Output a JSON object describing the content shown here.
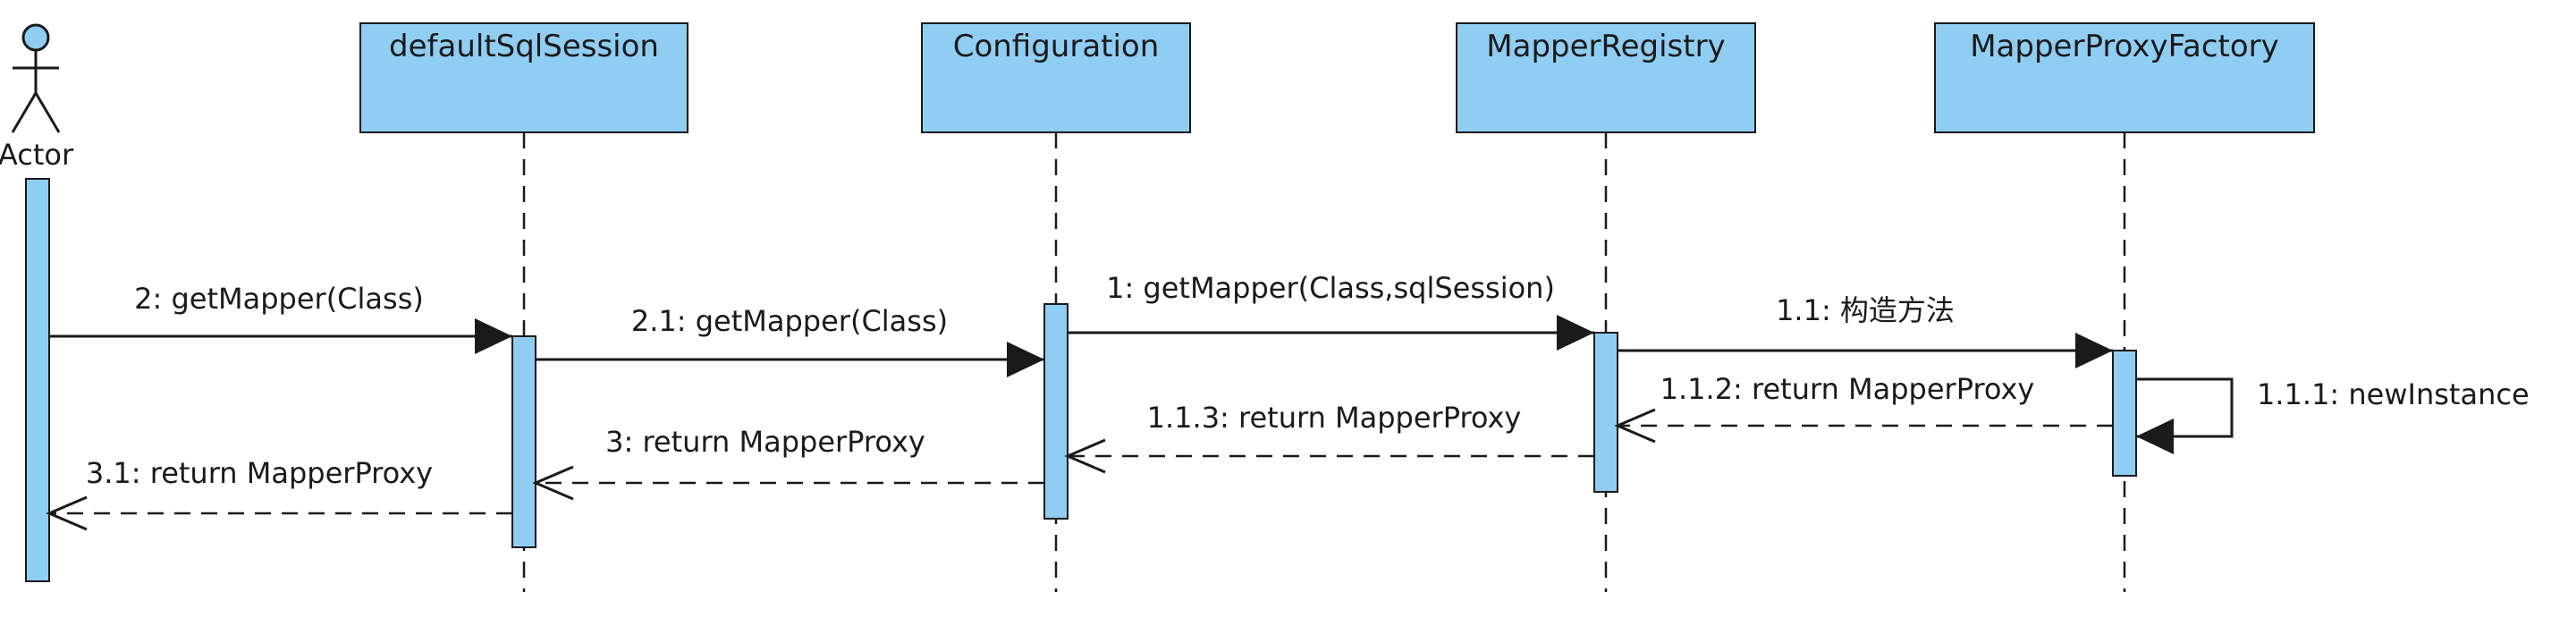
{
  "colors": {
    "box_fill": "#90CDF2",
    "box_stroke": "#1a1a1a",
    "line": "#1a1a1a",
    "background": "#ffffff"
  },
  "actor": {
    "label": "Actor",
    "icon": "stick-figure-icon"
  },
  "participants": [
    {
      "id": "defaultSqlSession",
      "label": "defaultSqlSession"
    },
    {
      "id": "configuration",
      "label": "Configuration"
    },
    {
      "id": "mapperRegistry",
      "label": "MapperRegistry"
    },
    {
      "id": "mapperProxyFactory",
      "label": "MapperProxyFactory"
    }
  ],
  "messages": [
    {
      "id": "m2",
      "label": "2: getMapper(Class)",
      "from": "actor",
      "to": "defaultSqlSession",
      "kind": "call"
    },
    {
      "id": "m2_1",
      "label": "2.1: getMapper(Class)",
      "from": "defaultSqlSession",
      "to": "configuration",
      "kind": "call"
    },
    {
      "id": "m1",
      "label": "1: getMapper(Class,sqlSession)",
      "from": "configuration",
      "to": "mapperRegistry",
      "kind": "call"
    },
    {
      "id": "m1_1",
      "label": "1.1: 构造方法",
      "from": "mapperRegistry",
      "to": "mapperProxyFactory",
      "kind": "call"
    },
    {
      "id": "m1_1_1",
      "label": "1.1.1: newInstance",
      "from": "mapperProxyFactory",
      "to": "mapperProxyFactory",
      "kind": "self"
    },
    {
      "id": "m1_1_2",
      "label": "1.1.2: return MapperProxy",
      "from": "mapperProxyFactory",
      "to": "mapperRegistry",
      "kind": "return"
    },
    {
      "id": "m1_1_3",
      "label": "1.1.3: return MapperProxy",
      "from": "mapperRegistry",
      "to": "configuration",
      "kind": "return"
    },
    {
      "id": "m3",
      "label": "3: return MapperProxy",
      "from": "configuration",
      "to": "defaultSqlSession",
      "kind": "return"
    },
    {
      "id": "m3_1",
      "label": "3.1: return MapperProxy",
      "from": "defaultSqlSession",
      "to": "actor",
      "kind": "return"
    }
  ]
}
